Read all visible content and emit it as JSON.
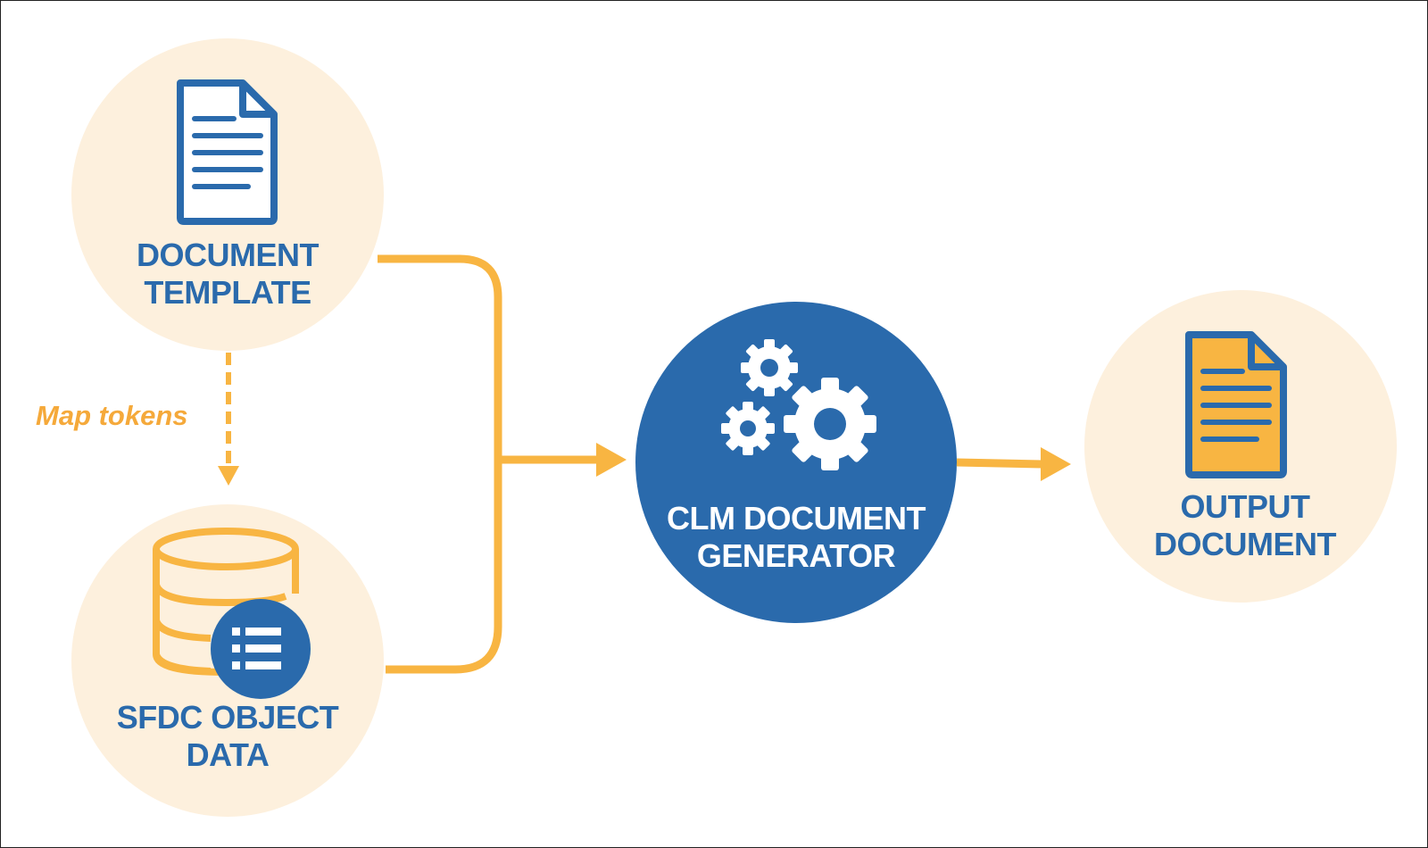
{
  "nodes": {
    "template": {
      "line1": "DOCUMENT",
      "line2": "TEMPLATE"
    },
    "object_data": {
      "line1": "SFDC OBJECT",
      "line2": "DATA"
    },
    "generator": {
      "line1": "CLM DOCUMENT",
      "line2": "GENERATOR"
    },
    "output": {
      "line1": "OUTPUT",
      "line2": "DOCUMENT"
    }
  },
  "edges": {
    "map_tokens_label": "Map tokens"
  },
  "colors": {
    "accent_orange": "#f8b542",
    "circle_fill": "#fdf0dd",
    "brand_blue": "#2a6aac",
    "icon_blue": "#2a6aac"
  },
  "icons": {
    "template": "document-icon",
    "object_data": "database-list-icon",
    "generator": "gears-icon",
    "output": "document-filled-icon"
  }
}
